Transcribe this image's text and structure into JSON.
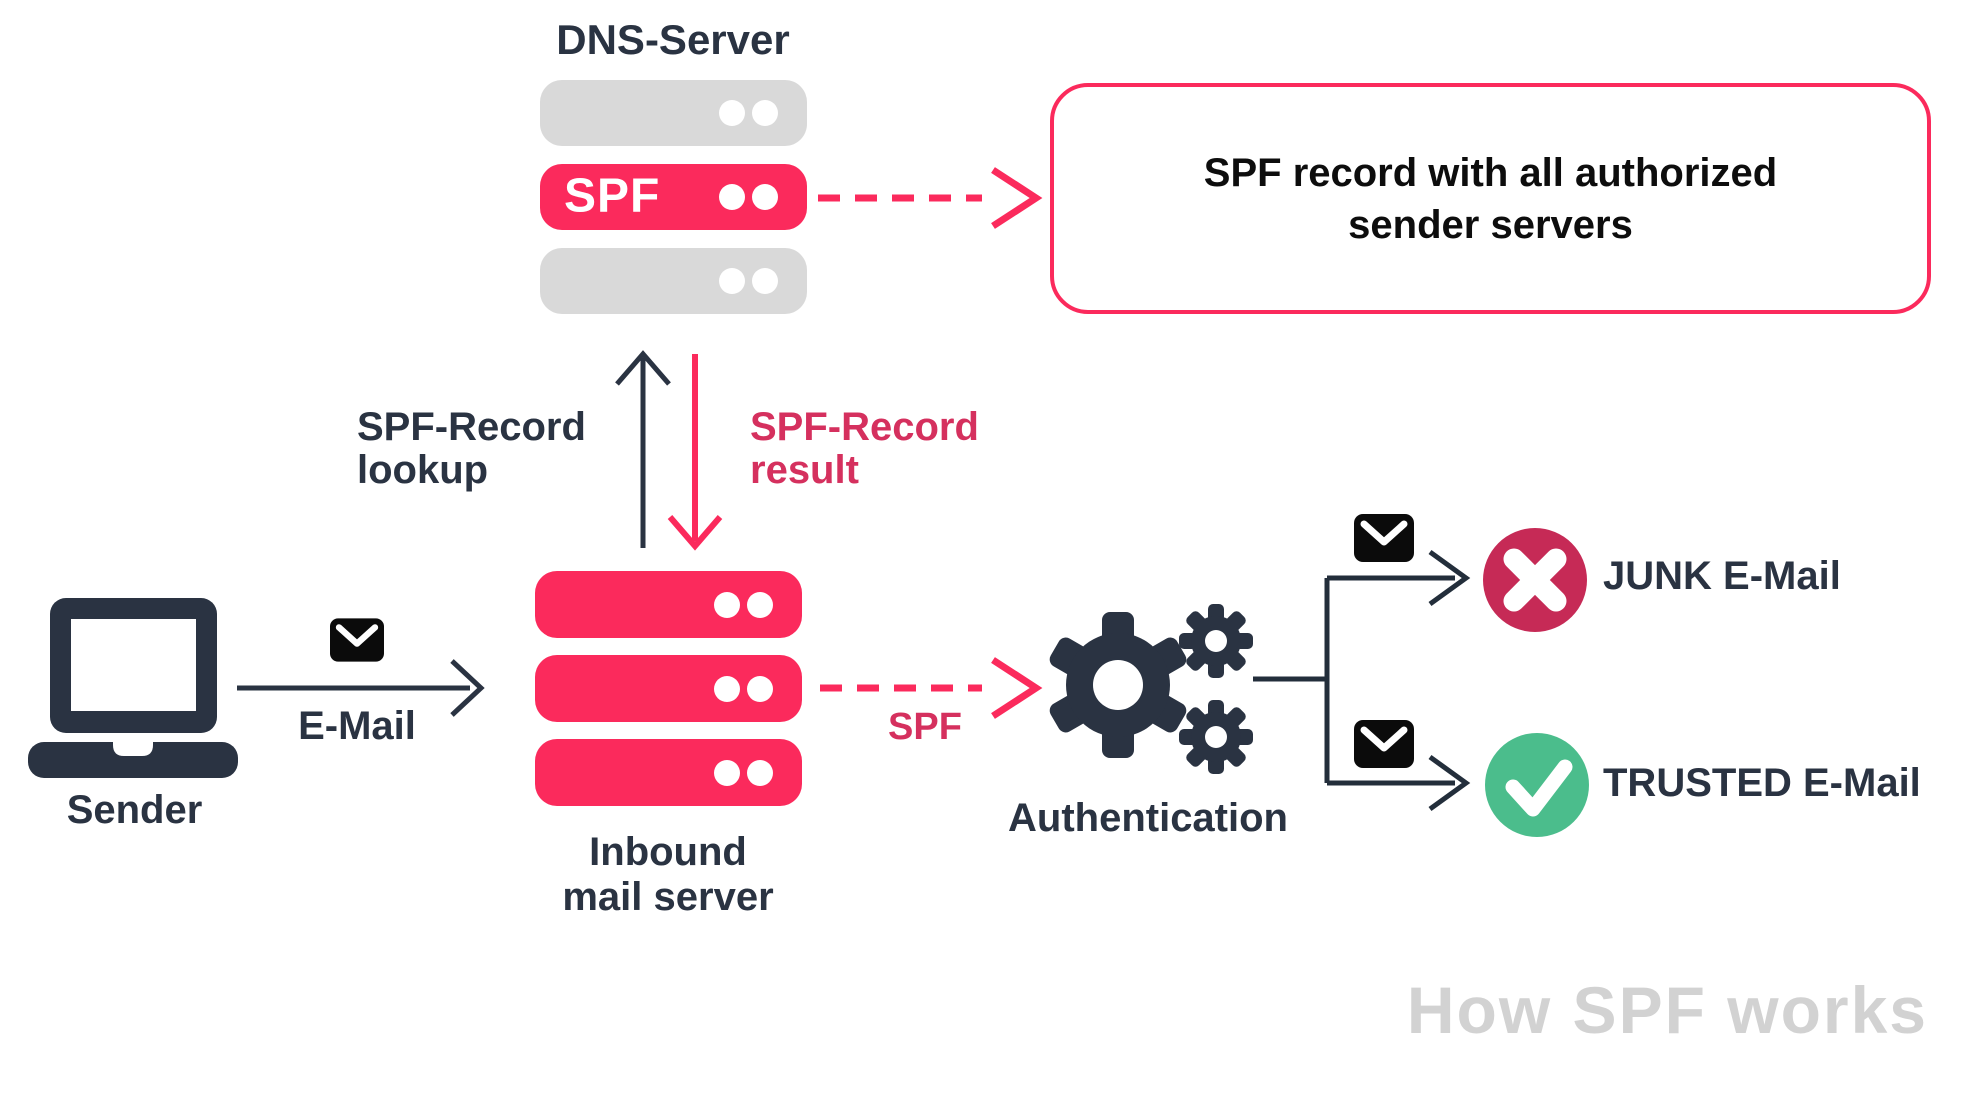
{
  "dns": {
    "title": "DNS-Server",
    "spf_label": "SPF"
  },
  "spf_record_box": {
    "line1": "SPF record with all authorized",
    "line2": "sender servers"
  },
  "lookup_label": {
    "line1": "SPF-Record",
    "line2": "lookup"
  },
  "result_label": {
    "line1": "SPF-Record",
    "line2": "result"
  },
  "sender": {
    "label": "Sender"
  },
  "email": {
    "label": "E-Mail"
  },
  "inbound": {
    "line1": "Inbound",
    "line2": "mail server"
  },
  "spf_arrow": {
    "label": "SPF"
  },
  "authentication": {
    "label": "Authentication"
  },
  "junk": {
    "label": "JUNK E-Mail"
  },
  "trusted": {
    "label": "TRUSTED E-Mail"
  },
  "watermark": {
    "text": "How SPF works"
  },
  "icons": {
    "sender": "laptop-icon",
    "email": "envelope-icon",
    "authentication": "gears-icon",
    "junk": "x-circle-icon",
    "trusted": "check-circle-icon"
  },
  "colors": {
    "accent_pink": "#FB2A5C",
    "crimson_text": "#D5305E",
    "junk_red": "#C62A56",
    "trusted_green": "#4BBD8C",
    "dark_navy": "#2A3342",
    "server_gray": "#D9D9D9",
    "watermark_gray": "#D2D2D2"
  }
}
